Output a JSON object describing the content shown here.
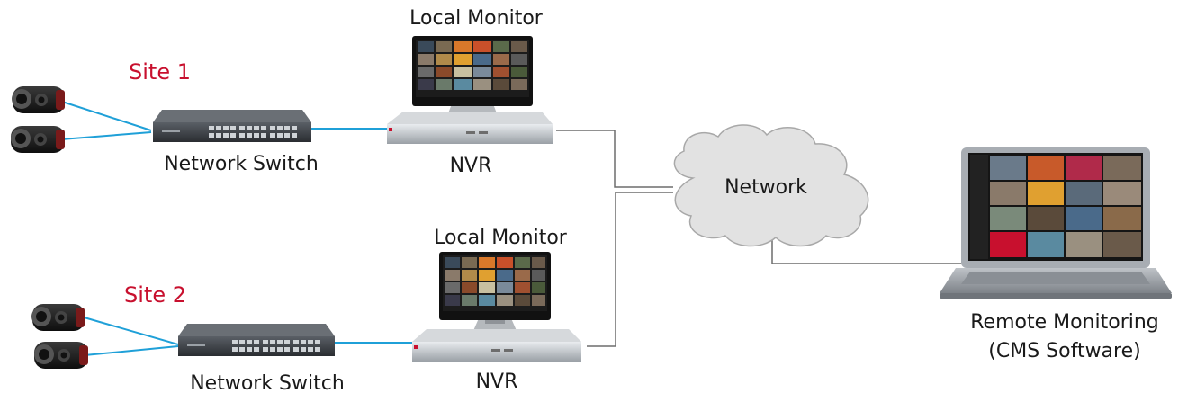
{
  "labels": {
    "site1": "Site 1",
    "site2": "Site 2",
    "local_monitor_1": "Local Monitor",
    "local_monitor_2": "Local Monitor",
    "switch_1": "Network Switch",
    "switch_2": "Network Switch",
    "nvr_1": "NVR",
    "nvr_2": "NVR",
    "network": "Network",
    "remote_line1": "Remote Monitoring",
    "remote_line2": "(CMS Software)"
  },
  "colors": {
    "site_label": "#c8102e",
    "camera_link": "#1fa0d8",
    "network_link": "#6d6d6d",
    "cloud_fill": "#e2e2e2",
    "cloud_stroke": "#a8a8a8"
  },
  "icons": [
    "camera-icon",
    "network-switch-icon",
    "nvr-icon",
    "monitor-icon",
    "cloud-icon",
    "laptop-icon"
  ]
}
